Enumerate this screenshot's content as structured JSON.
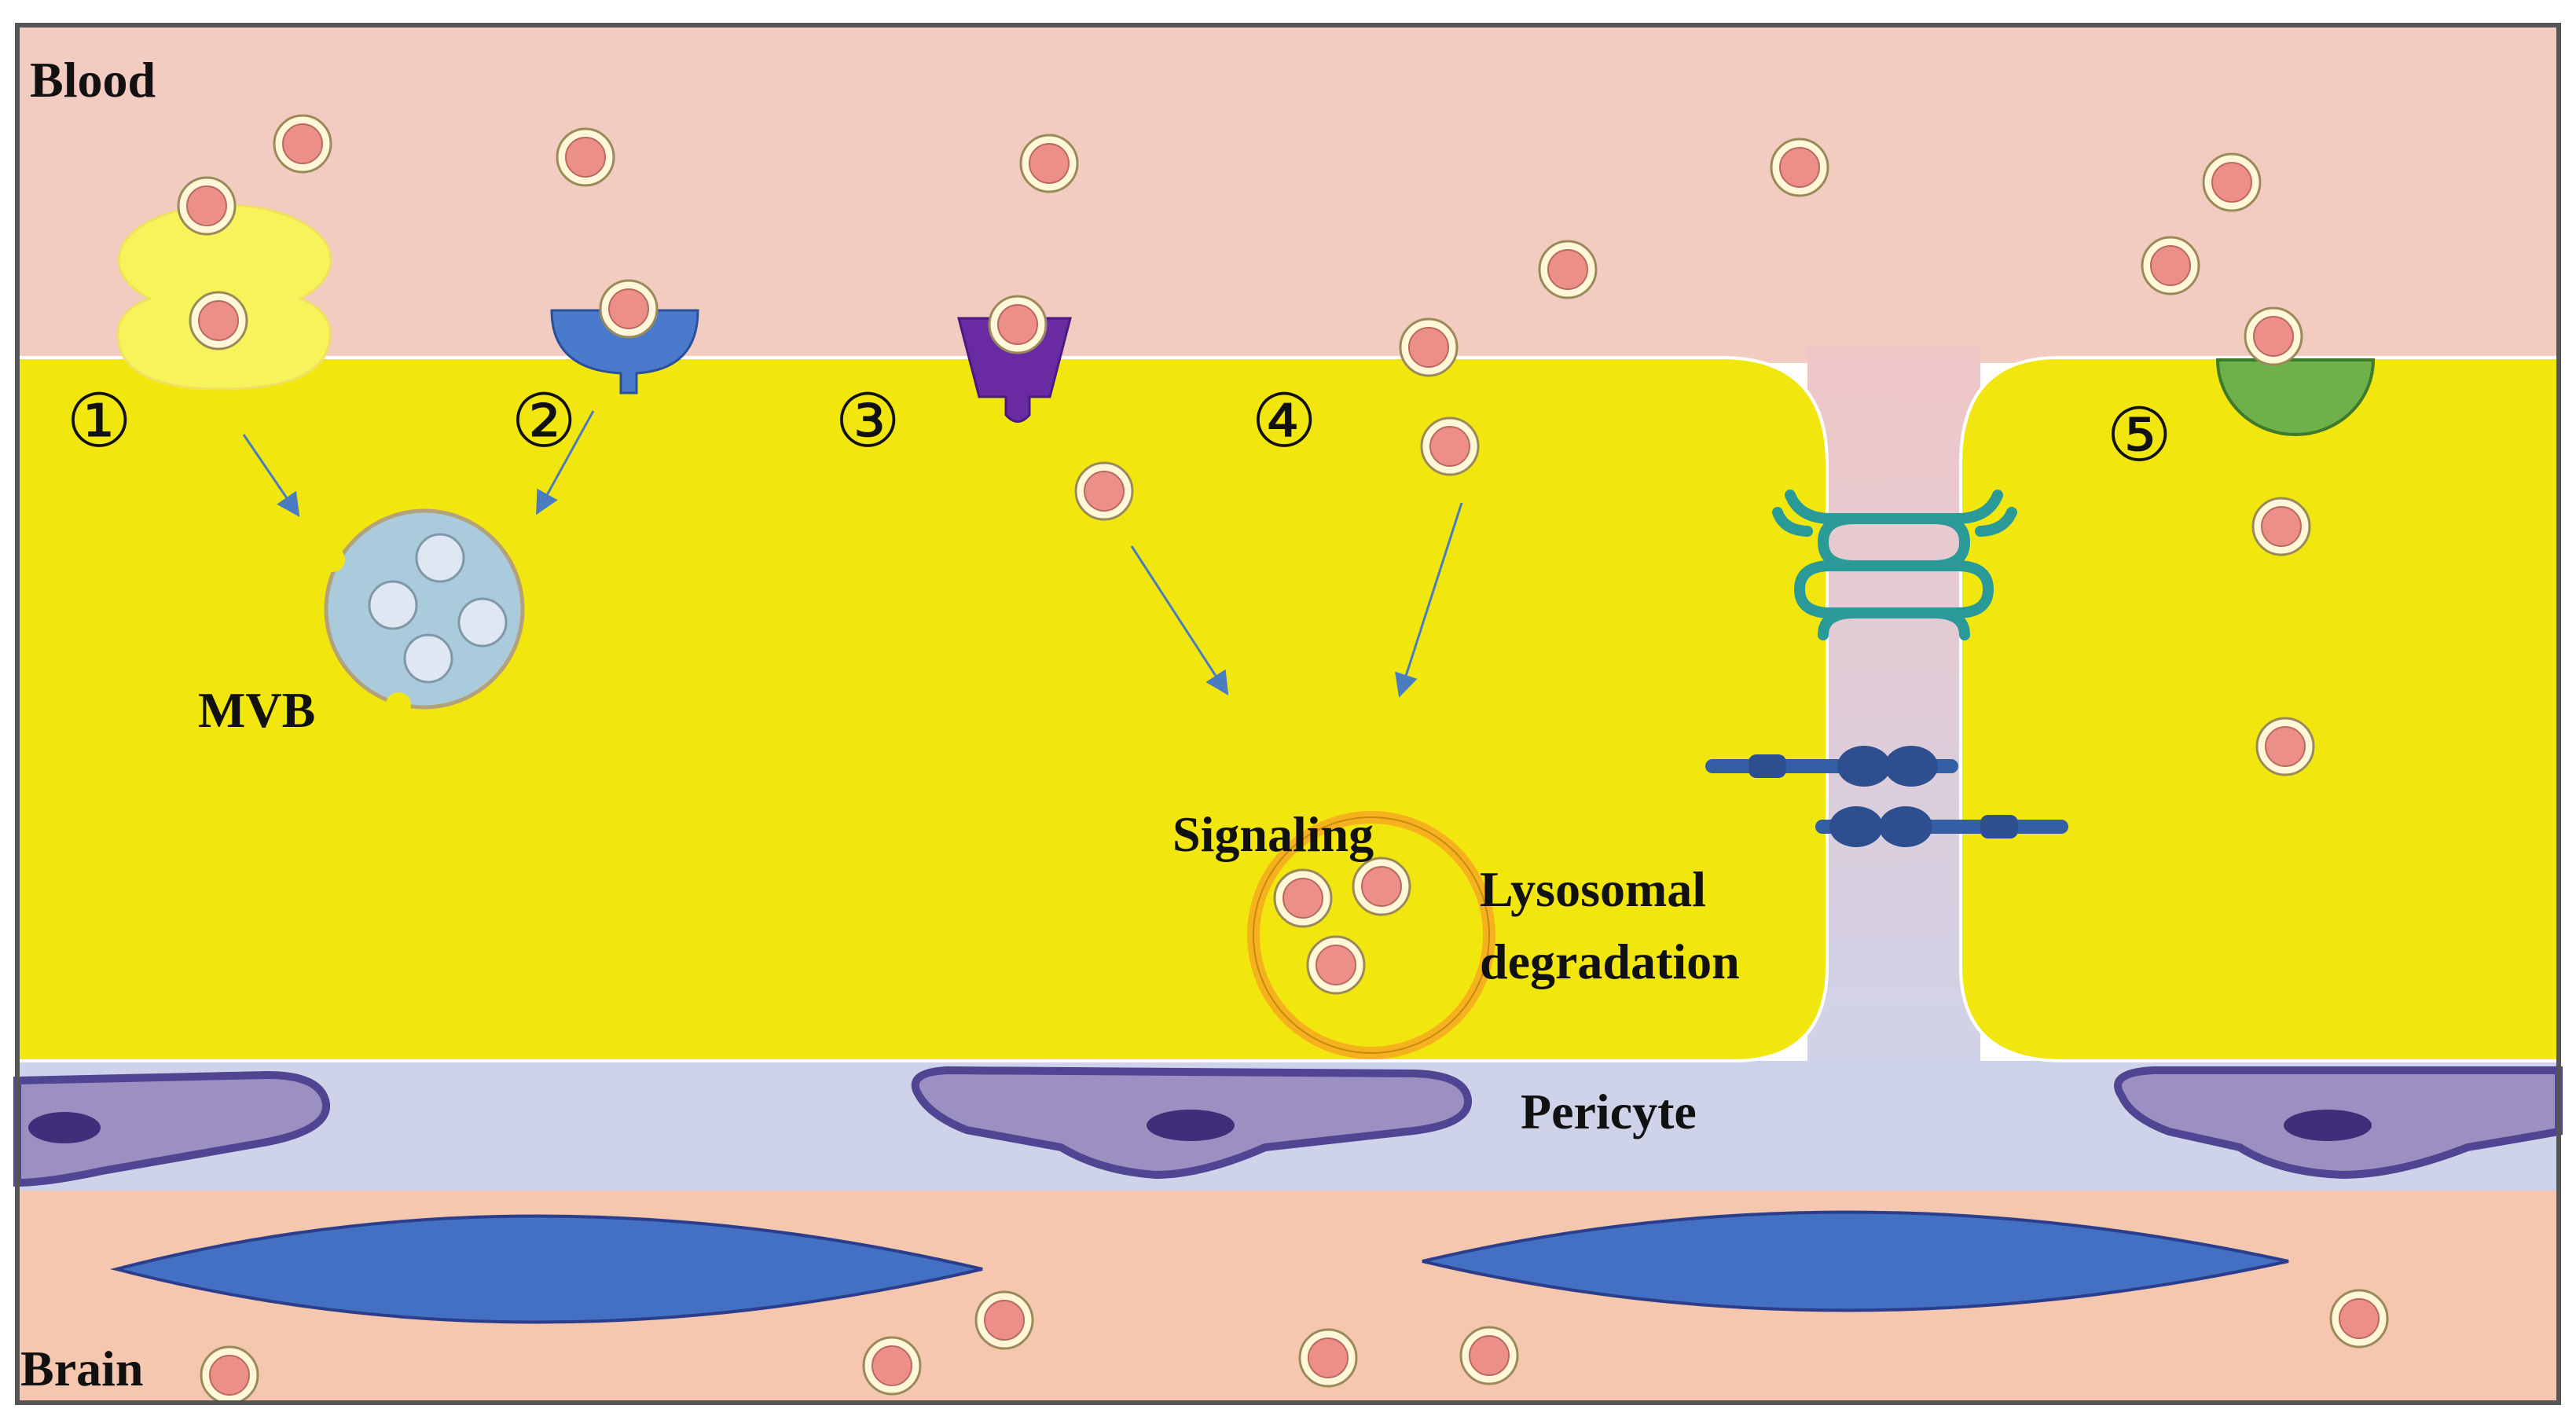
{
  "labels": {
    "blood": "Blood",
    "brain": "Brain",
    "mvb": "MVB",
    "signaling": "Signaling",
    "lysosomal_line1": "Lysosomal",
    "lysosomal_line2": "degradation",
    "pericyte": "Pericyte"
  },
  "pathways": [
    "①",
    "②",
    "③",
    "④",
    "⑤"
  ],
  "colors": {
    "blood": "#f2ccc0",
    "brain": "#f5c7ae",
    "endothelial_cell": "#f2e60f",
    "basement_membrane": "#cfd3ea",
    "pericyte": "#9c8fc1",
    "pericyte_outline": "#4f4592",
    "astrocyte_endfoot": "#4470c4",
    "exosome": "#ec8f87",
    "clathrin_receptor": "#f7f35a",
    "caveolin_receptor": "#4a7acb",
    "lipid_raft_receptor": "#6a2aa2",
    "fusion_receptor": "#6eb04a",
    "mvb": "#aacbdb",
    "lysosome": "#f6b11e",
    "tight_junction": "#2a9a98",
    "adherens_junction": "#335fa5",
    "arrow": "#4a7cc0"
  }
}
